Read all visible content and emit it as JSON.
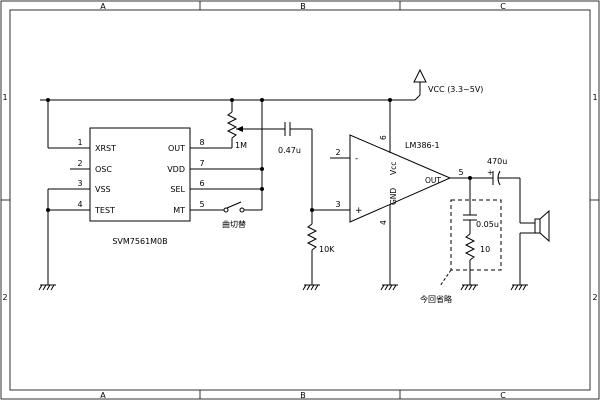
{
  "frame": {
    "col_labels": [
      "A",
      "B",
      "C"
    ],
    "row_labels": [
      "1",
      "2"
    ]
  },
  "ic": {
    "name": "SVM7561M0B",
    "left_pins": [
      {
        "num": "1",
        "label": "XRST"
      },
      {
        "num": "2",
        "label": "OSC"
      },
      {
        "num": "3",
        "label": "VSS"
      },
      {
        "num": "4",
        "label": "TEST"
      }
    ],
    "right_pins": [
      {
        "num": "8",
        "label": "OUT"
      },
      {
        "num": "7",
        "label": "VDD"
      },
      {
        "num": "6",
        "label": "SEL"
      },
      {
        "num": "5",
        "label": "MT"
      }
    ]
  },
  "amp": {
    "name": "LM386-1",
    "minus_label": "-",
    "plus_label": "+",
    "vcc_label": "Vcc",
    "gnd_label": "GND",
    "out_label": "OUT",
    "pin_minus": "2",
    "pin_plus": "3",
    "pin_vcc": "6",
    "pin_gnd": "4",
    "pin_out": "5"
  },
  "components": {
    "vcc_label": "VCC (3.3~5V)",
    "pot_value": "1M",
    "coupling_cap": "0.47u",
    "input_resistor": "10K",
    "output_cap": "470u",
    "zobel_cap": "0.05u",
    "zobel_resistor": "10",
    "switch_label": "曲切替",
    "omit_note": "今回省略"
  }
}
